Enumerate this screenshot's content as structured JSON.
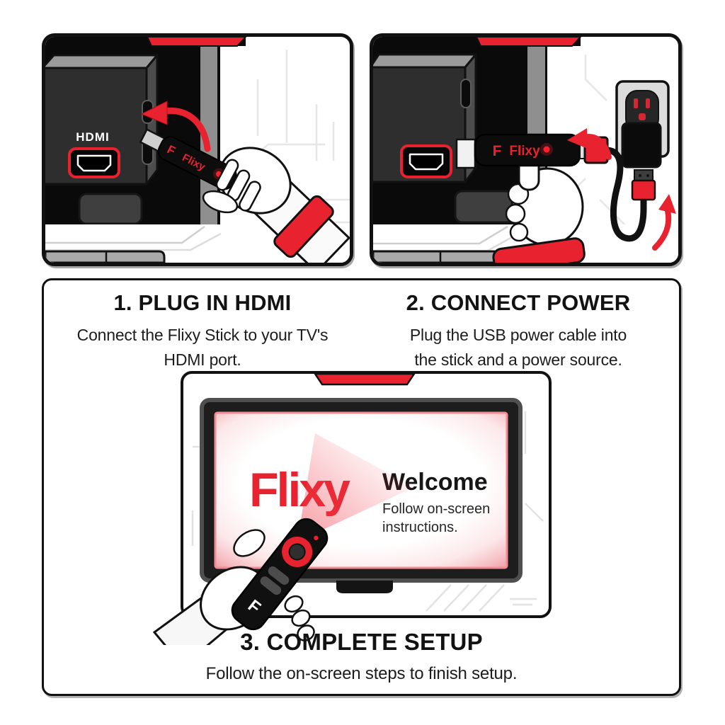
{
  "colors": {
    "accent_red": "#e8232f",
    "outline_black": "#111111",
    "tv_body_gray": "#2e2e2e",
    "bevel_gray": "#9a9a9a",
    "line_gray": "#e4e4e4"
  },
  "panel1": {
    "hdmi_label": "HDMI",
    "stick": {
      "logo_letter": "F",
      "brand": "Flixy"
    }
  },
  "panel2": {
    "stick": {
      "logo_letter": "F",
      "brand": "Flixy"
    }
  },
  "steps": [
    {
      "title": "1. PLUG IN HDMI",
      "line1": "Connect the Flixy Stick to your TV's",
      "line2": "HDMI port."
    },
    {
      "title": "2. CONNECT POWER",
      "line1": "Plug the USB power cable into",
      "line2": "the stick and a power source."
    },
    {
      "title": "3. COMPLETE SETUP",
      "line1": "Follow the on-screen steps to finish setup."
    }
  ],
  "tv": {
    "logo": "Flixy",
    "welcome": "Welcome",
    "instruction_line1": "Follow on-screen",
    "instruction_line2": "instructions.",
    "remote_letter": "F"
  }
}
